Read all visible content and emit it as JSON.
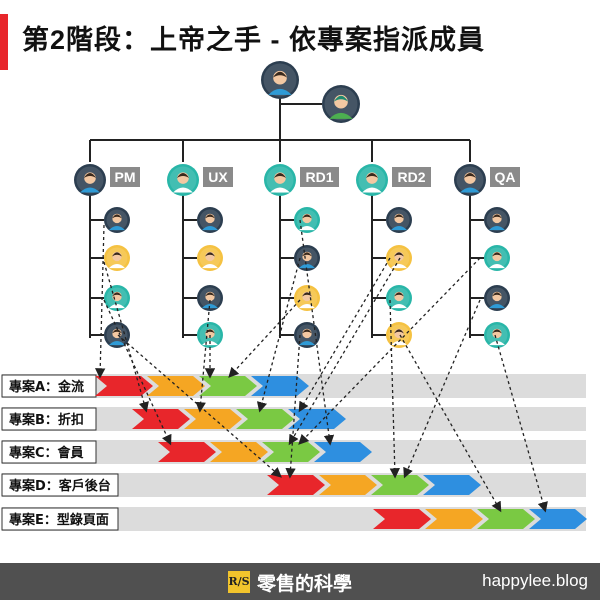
{
  "title": "第2階段：上帝之手 - 依專案指派成員",
  "colors": {
    "accent_red": "#e8262b",
    "bar_bg": "#dcdcdc",
    "line": "#222222",
    "node_dark": "#2c3e50",
    "node_teal": "#29b6a8",
    "node_yellow": "#f5c242",
    "skin": "#f3c8a2",
    "hair": "#3a2a1d",
    "label_bg": "#8a8a8a",
    "arrow_colors": [
      "#e8262b",
      "#f5a623",
      "#7ac943",
      "#2e8fe0"
    ]
  },
  "diagram": {
    "top_nodes": [
      {
        "id": "top-1",
        "kind": "manager",
        "ring": "dark"
      },
      {
        "id": "top-2",
        "kind": "manager-green",
        "ring": "dark"
      }
    ],
    "teams": [
      {
        "id": "pm",
        "label": "PM",
        "members": [
          "dark",
          "yellow",
          "teal",
          "dark"
        ]
      },
      {
        "id": "ux",
        "label": "UX",
        "members": [
          "dark",
          "yellow",
          "dark",
          "teal"
        ]
      },
      {
        "id": "rd1",
        "label": "RD1",
        "members": [
          "teal",
          "dark",
          "yellow",
          "dark"
        ]
      },
      {
        "id": "rd2",
        "label": "RD2",
        "members": [
          "dark",
          "yellow",
          "teal",
          "yellow"
        ]
      },
      {
        "id": "qa",
        "label": "QA",
        "members": [
          "dark",
          "teal",
          "dark",
          "teal"
        ]
      }
    ],
    "projects": [
      {
        "id": "A",
        "label": "專案A：金流"
      },
      {
        "id": "B",
        "label": "專案B：折扣"
      },
      {
        "id": "C",
        "label": "專案C：會員"
      },
      {
        "id": "D",
        "label": "專案D：客戶後台"
      },
      {
        "id": "E",
        "label": "專案E：型錄頁面"
      }
    ]
  },
  "footer": {
    "logo_text": "R/S",
    "brand": "零售的科學",
    "site": "happylee.blog"
  }
}
